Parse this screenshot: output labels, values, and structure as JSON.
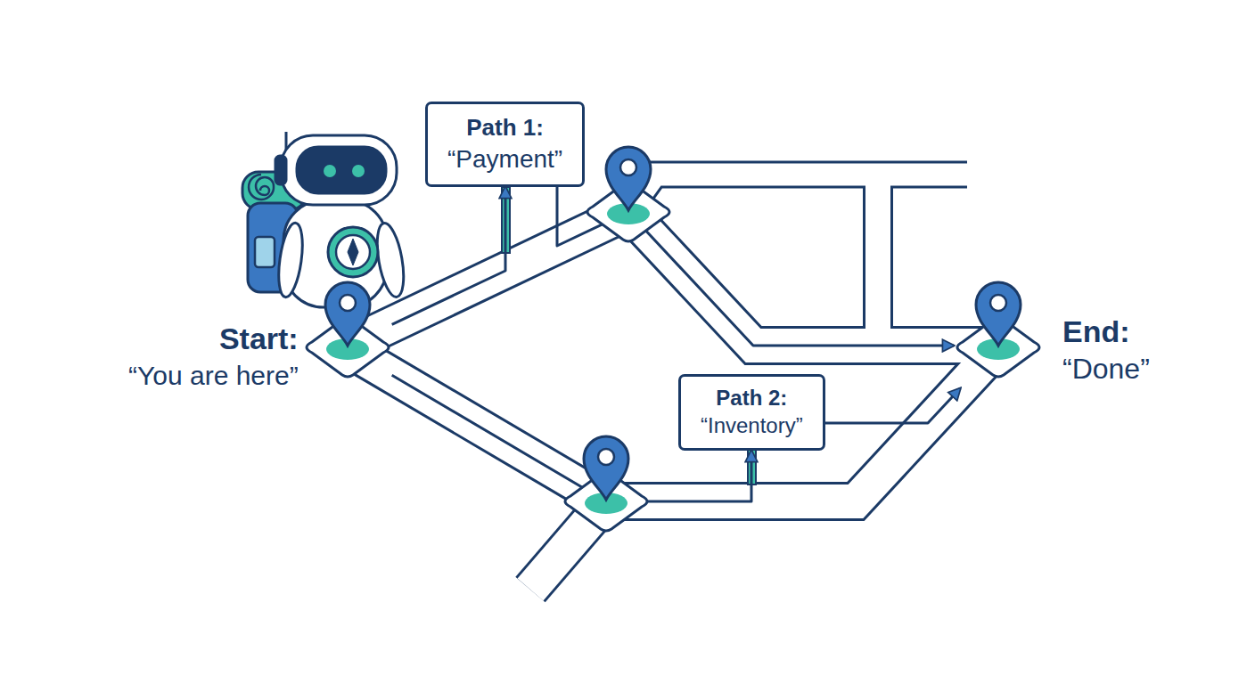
{
  "diagram": {
    "nodes": [
      {
        "text": [
          "Start:",
          "“You are here”"
        ]
      },
      {
        "text": [
          "Path 1:",
          "“Payment”"
        ]
      },
      {
        "text": [
          "Path 2:",
          "“Inventory”"
        ]
      },
      {
        "text": [
          "End:",
          "“Done”"
        ]
      }
    ],
    "edges": [
      {
        "from": 0,
        "to": 1,
        "arrow": "to"
      },
      {
        "from": 1,
        "to": 3,
        "arrow": "to"
      },
      {
        "from": 0,
        "to": 2,
        "arrow": "to"
      },
      {
        "from": 2,
        "to": 3,
        "arrow": "to"
      }
    ]
  }
}
